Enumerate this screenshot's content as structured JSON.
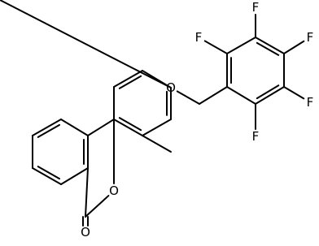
{
  "molecule": {
    "atom_labels": {
      "ring_oxygen": "O",
      "carbonyl_oxygen": "O",
      "ether_oxygen": "O",
      "fluorine_1": "F",
      "fluorine_2": "F",
      "fluorine_3": "F",
      "fluorine_4": "F",
      "fluorine_5": "F"
    },
    "colors": {
      "bond": "#000000",
      "label": "#000000",
      "background": "#ffffff"
    }
  }
}
